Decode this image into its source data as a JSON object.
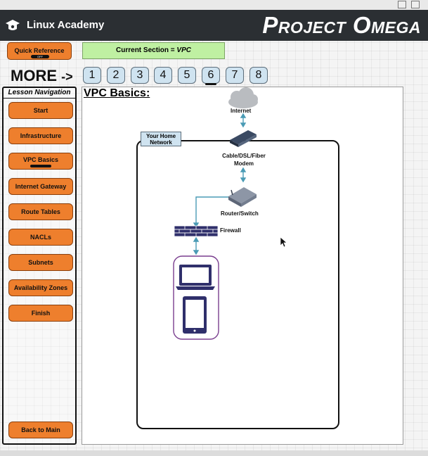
{
  "header": {
    "logo_text": "Linux Academy",
    "project_title": "Project Omega",
    "logo_icon": "graduation-cap-icon"
  },
  "toolbar": {
    "quick_reference_label": "Quick Reference",
    "quick_reference_toggle": "OFF",
    "current_section_prefix": "Current Section = ",
    "current_section_value": "VPC",
    "more_label": "MORE",
    "more_arrow": "->",
    "pages": [
      "1",
      "2",
      "3",
      "4",
      "5",
      "6",
      "7",
      "8"
    ],
    "active_page": "6"
  },
  "lesson_nav": {
    "title": "Lesson Navigation",
    "items": [
      {
        "label": "Start"
      },
      {
        "label": "Infrastructure"
      },
      {
        "label": "VPC Basics",
        "active": true
      },
      {
        "label": "Internet Gateway"
      },
      {
        "label": "Route Tables"
      },
      {
        "label": "NACLs"
      },
      {
        "label": "Subnets"
      },
      {
        "label": "Availability Zones"
      },
      {
        "label": "Finish"
      }
    ],
    "back_label": "Back to Main"
  },
  "content": {
    "title": "VPC Basics:",
    "home_network_label": "Your Home Network",
    "nodes": {
      "internet": "Internet",
      "modem": "Cable/DSL/Fiber Modem",
      "router": "Router/Switch",
      "firewall": "Firewall"
    },
    "colors": {
      "accent_orange": "#ee7f2d",
      "section_green": "#bff0a2",
      "page_button_blue": "#cfe3f0",
      "device_navy": "#2f2f6b",
      "connector_teal": "#4a9bb5",
      "device_group_purple": "#7a3f8f"
    }
  }
}
